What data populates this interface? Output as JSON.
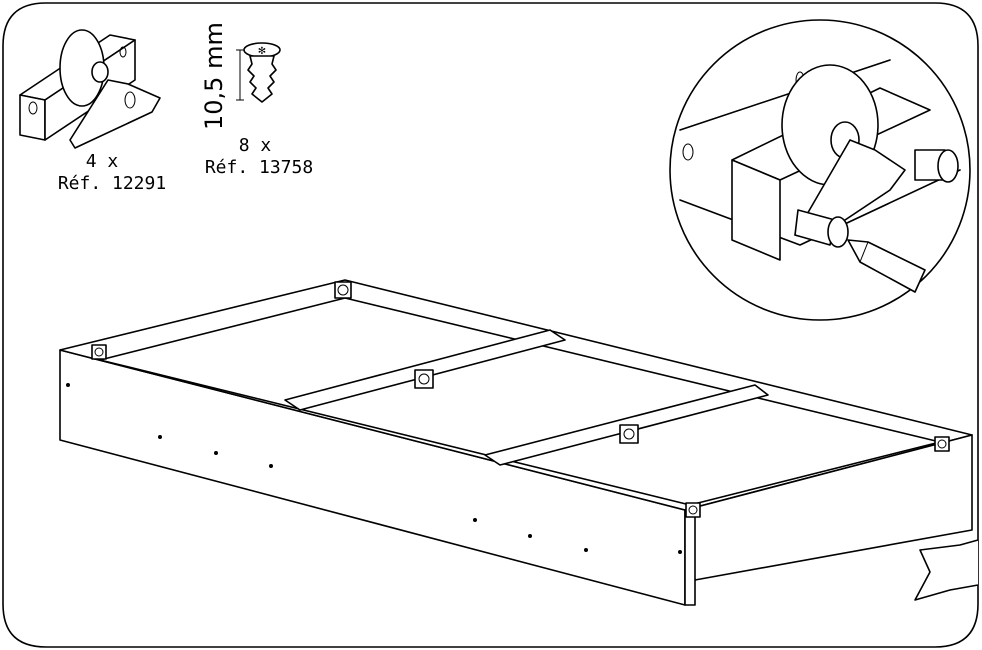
{
  "parts": [
    {
      "qty": "4 x",
      "ref": "Réf. 12291",
      "name": "caster-wheel"
    },
    {
      "qty": "8 x",
      "ref": "Réf. 13758",
      "name": "screw",
      "length": "10,5 mm"
    }
  ],
  "icons": [
    "caster-wheel-icon",
    "screw-icon",
    "screwdriver-icon",
    "next-page-arrow-icon"
  ]
}
